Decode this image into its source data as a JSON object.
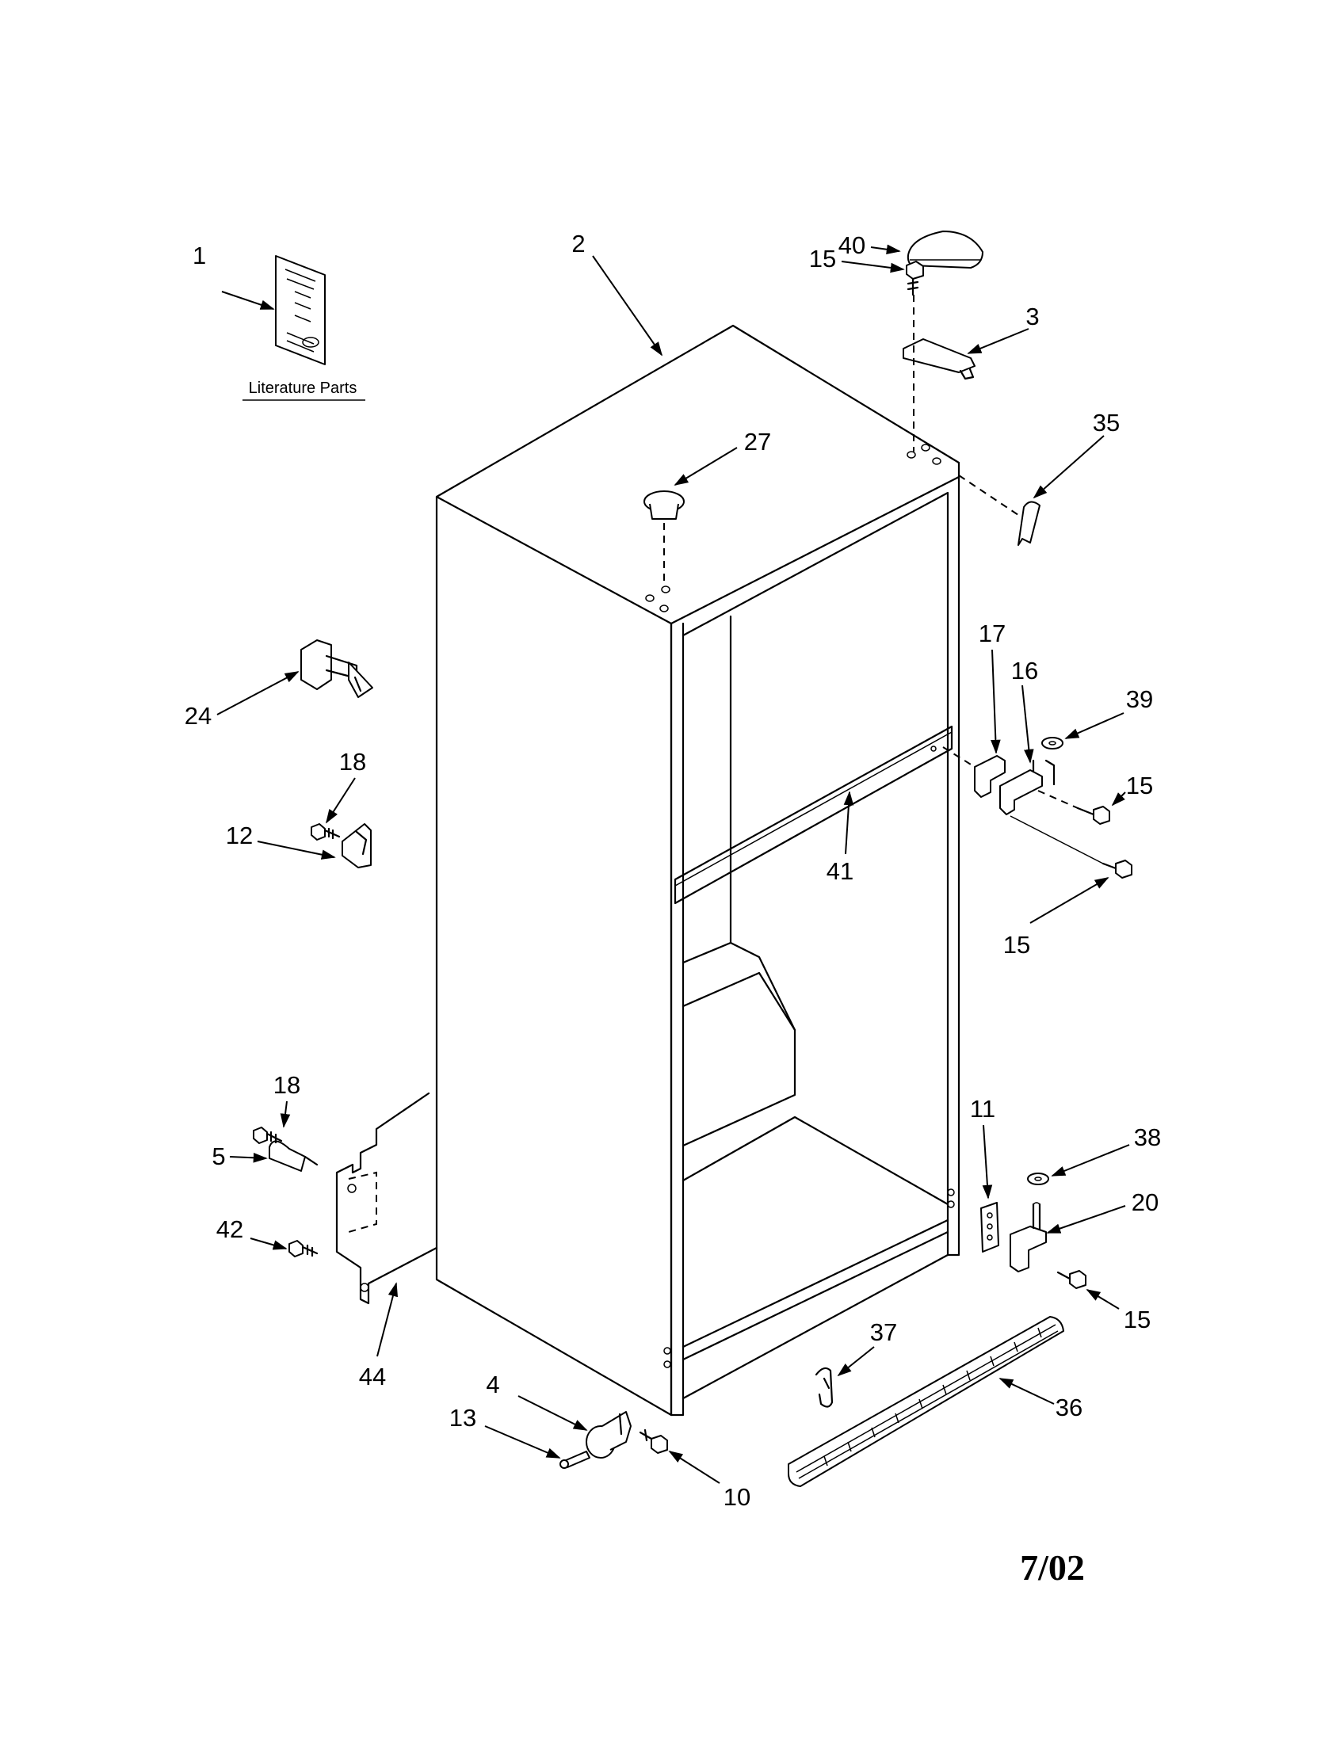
{
  "literature_caption": "Literature Parts",
  "revision_date": "7/02",
  "callouts": {
    "c1": "1",
    "c2": "2",
    "c3": "3",
    "c4": "4",
    "c5": "5",
    "c10": "10",
    "c11": "11",
    "c12": "12",
    "c13": "13",
    "c15a": "15",
    "c15b": "15",
    "c15c": "15",
    "c15d": "15",
    "c16": "16",
    "c17": "17",
    "c18a": "18",
    "c18b": "18",
    "c20": "20",
    "c24": "24",
    "c27": "27",
    "c35": "35",
    "c36": "36",
    "c37": "37",
    "c38": "38",
    "c39": "39",
    "c40": "40",
    "c41": "41",
    "c42": "42",
    "c44": "44"
  }
}
